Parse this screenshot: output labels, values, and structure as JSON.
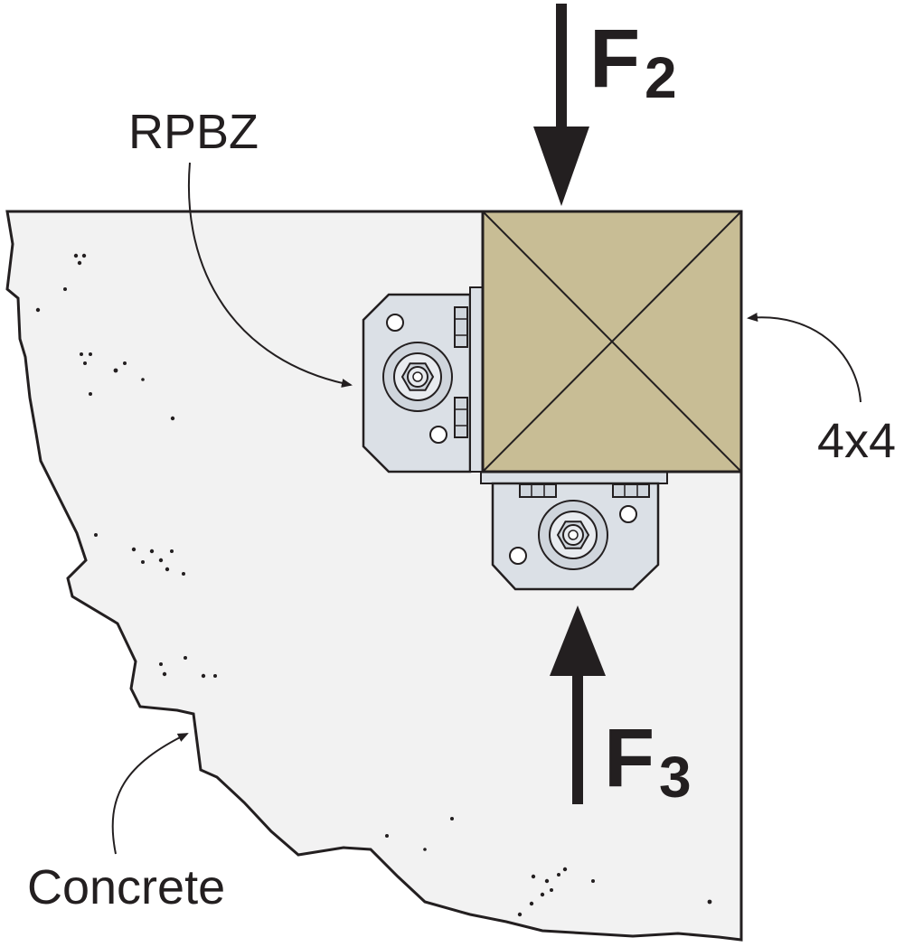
{
  "labels": {
    "connector": "RPBZ",
    "post": "4x4",
    "base": "Concrete"
  },
  "forces": {
    "f2": {
      "letter": "F",
      "subscript": "2"
    },
    "f3": {
      "letter": "F",
      "subscript": "3"
    }
  },
  "colors": {
    "outline": "#231f20",
    "concrete_fill": "#f2f2f2",
    "post_fill": "#c8bd95",
    "bracket_fill": "#dbe0e6",
    "bolt_fill": "#cfd5dc"
  }
}
